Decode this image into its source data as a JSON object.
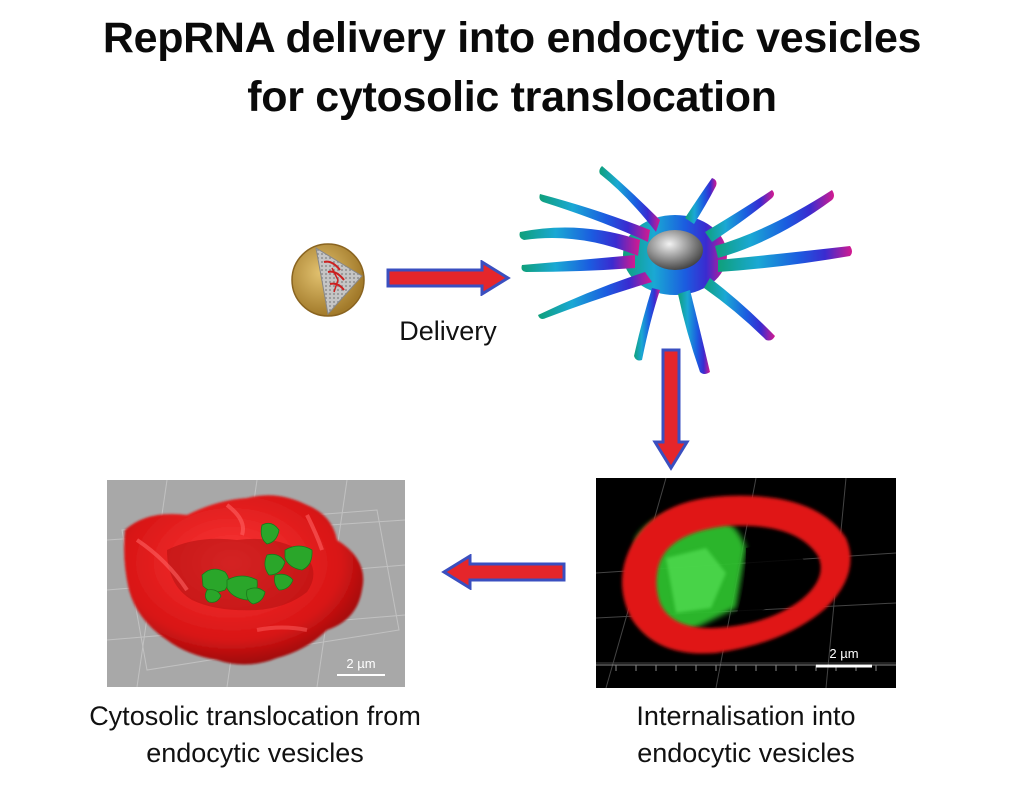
{
  "title": {
    "line1": "RepRNA delivery into endocytic vesicles",
    "line2": "for cytosolic translocation"
  },
  "labels": {
    "delivery": "Delivery",
    "internalisation_line1": "Internalisation into",
    "internalisation_line2": "endocytic vesicles",
    "cytosolic_line1": "Cytosolic translocation from",
    "cytosolic_line2": "endocytic vesicles"
  },
  "scale_bars": {
    "internalisation": "2 µm",
    "cytosolic": "2 µm"
  },
  "colors": {
    "arrow_fill": "#e5262b",
    "arrow_outline": "#3a4fc0",
    "vesicle_red": "#e01818",
    "rna_green": "#2fbf2f",
    "nanoparticle_gold": "#c8a040"
  }
}
